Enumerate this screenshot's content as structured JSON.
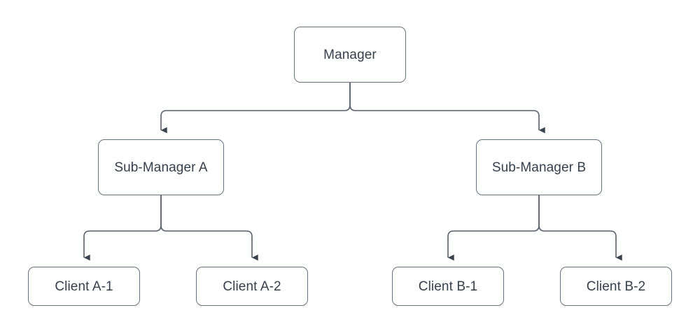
{
  "diagram": {
    "type": "hierarchy-tree",
    "orientation": "top-down",
    "background_color": "#ffffff",
    "node_border_color": "#68707d",
    "node_fill_color": "#ffffff",
    "connector_color": "#565f6b",
    "arrowhead_color": "#3a4450",
    "text_color": "#353f4c",
    "nodes": {
      "root": {
        "label": "Manager"
      },
      "mid_a": {
        "label": "Sub-Manager A"
      },
      "mid_b": {
        "label": "Sub-Manager B"
      },
      "leaf_a1": {
        "label": "Client A-1"
      },
      "leaf_a2": {
        "label": "Client A-2"
      },
      "leaf_b1": {
        "label": "Client B-1"
      },
      "leaf_b2": {
        "label": "Client B-2"
      }
    },
    "edges": [
      {
        "from": "Manager",
        "to": "Sub-Manager A"
      },
      {
        "from": "Manager",
        "to": "Sub-Manager B"
      },
      {
        "from": "Sub-Manager A",
        "to": "Client A-1"
      },
      {
        "from": "Sub-Manager A",
        "to": "Client A-2"
      },
      {
        "from": "Sub-Manager B",
        "to": "Client B-1"
      },
      {
        "from": "Sub-Manager B",
        "to": "Client B-2"
      }
    ]
  }
}
